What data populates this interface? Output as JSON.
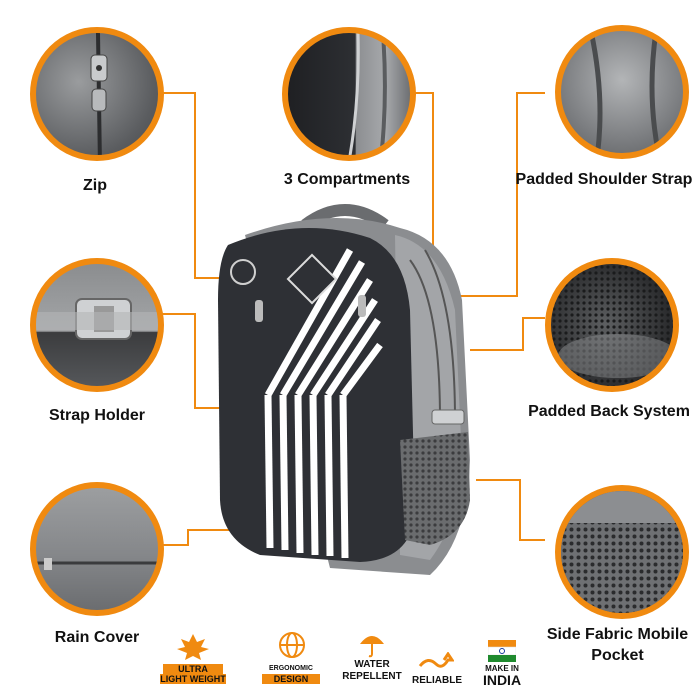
{
  "colors": {
    "accent": "#f08a10",
    "bag_dark": "#2e3035",
    "bag_grey": "#7d7f82",
    "mesh": "#6a6c6e",
    "stripe": "#ffffff"
  },
  "features": {
    "zip": "Zip",
    "compartments": "3 Compartments",
    "shoulder": "Padded Shoulder Strap",
    "strap_holder": "Strap Holder",
    "back_system": "Padded Back System",
    "rain_cover": "Rain Cover",
    "side_pocket_1": "Side Fabric Mobile",
    "side_pocket_2": "Pocket"
  },
  "badges": {
    "ultra_1": "ULTRA",
    "ultra_2": "LIGHT WEIGHT",
    "ergo_1": "ERGONOMIC",
    "ergo_2": "DESIGN",
    "water_1": "WATER",
    "water_2": "REPELLENT",
    "reliable": "RELIABLE",
    "make_1": "MAKE IN",
    "make_2": "INDIA"
  },
  "icons": {
    "ultra": "maple-leaf-icon",
    "ergo": "globe-icon",
    "water": "umbrella-icon",
    "reliable": "arrow-wave-icon",
    "make": "india-flag-icon"
  }
}
